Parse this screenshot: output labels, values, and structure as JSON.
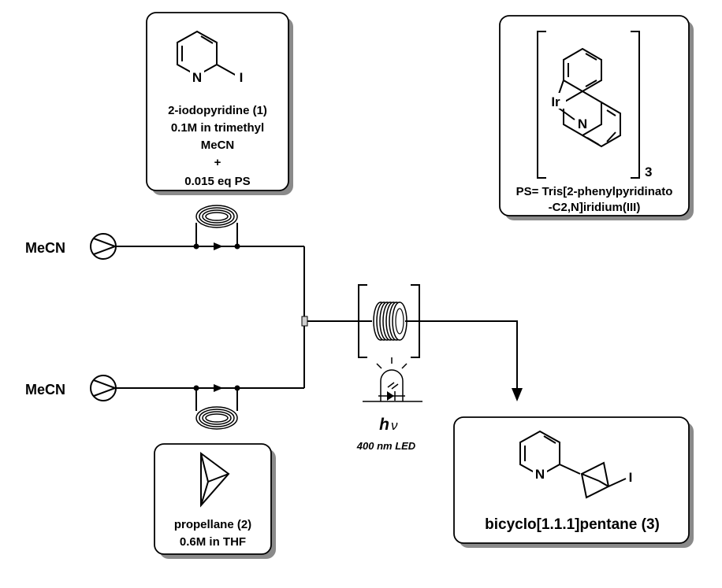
{
  "reagent_box": {
    "atom_n": "N",
    "atom_i": "I",
    "line1": "2-iodopyridine (1)",
    "line2": "0.1M  in trimethyl",
    "line3": "MeCN",
    "line4": "+",
    "line5": "0.015 eq PS"
  },
  "catalyst_box": {
    "atom_ir": "Ir",
    "atom_n": "N",
    "subscript": "3",
    "line1": "PS= Tris[2-phenylpyridinato",
    "line2": "-C2,N]iridium(III)"
  },
  "propellane_box": {
    "line1": "propellane (2)",
    "line2": "0.6M in THF"
  },
  "product_box": {
    "atom_n": "N",
    "atom_i": "I",
    "label": "bicyclo[1.1.1]pentane (3)"
  },
  "pumps": {
    "top_label": "MeCN",
    "bottom_label": "MeCN"
  },
  "light": {
    "symbol_h": "h",
    "symbol_nu": "ν",
    "caption": "400 nm LED"
  }
}
